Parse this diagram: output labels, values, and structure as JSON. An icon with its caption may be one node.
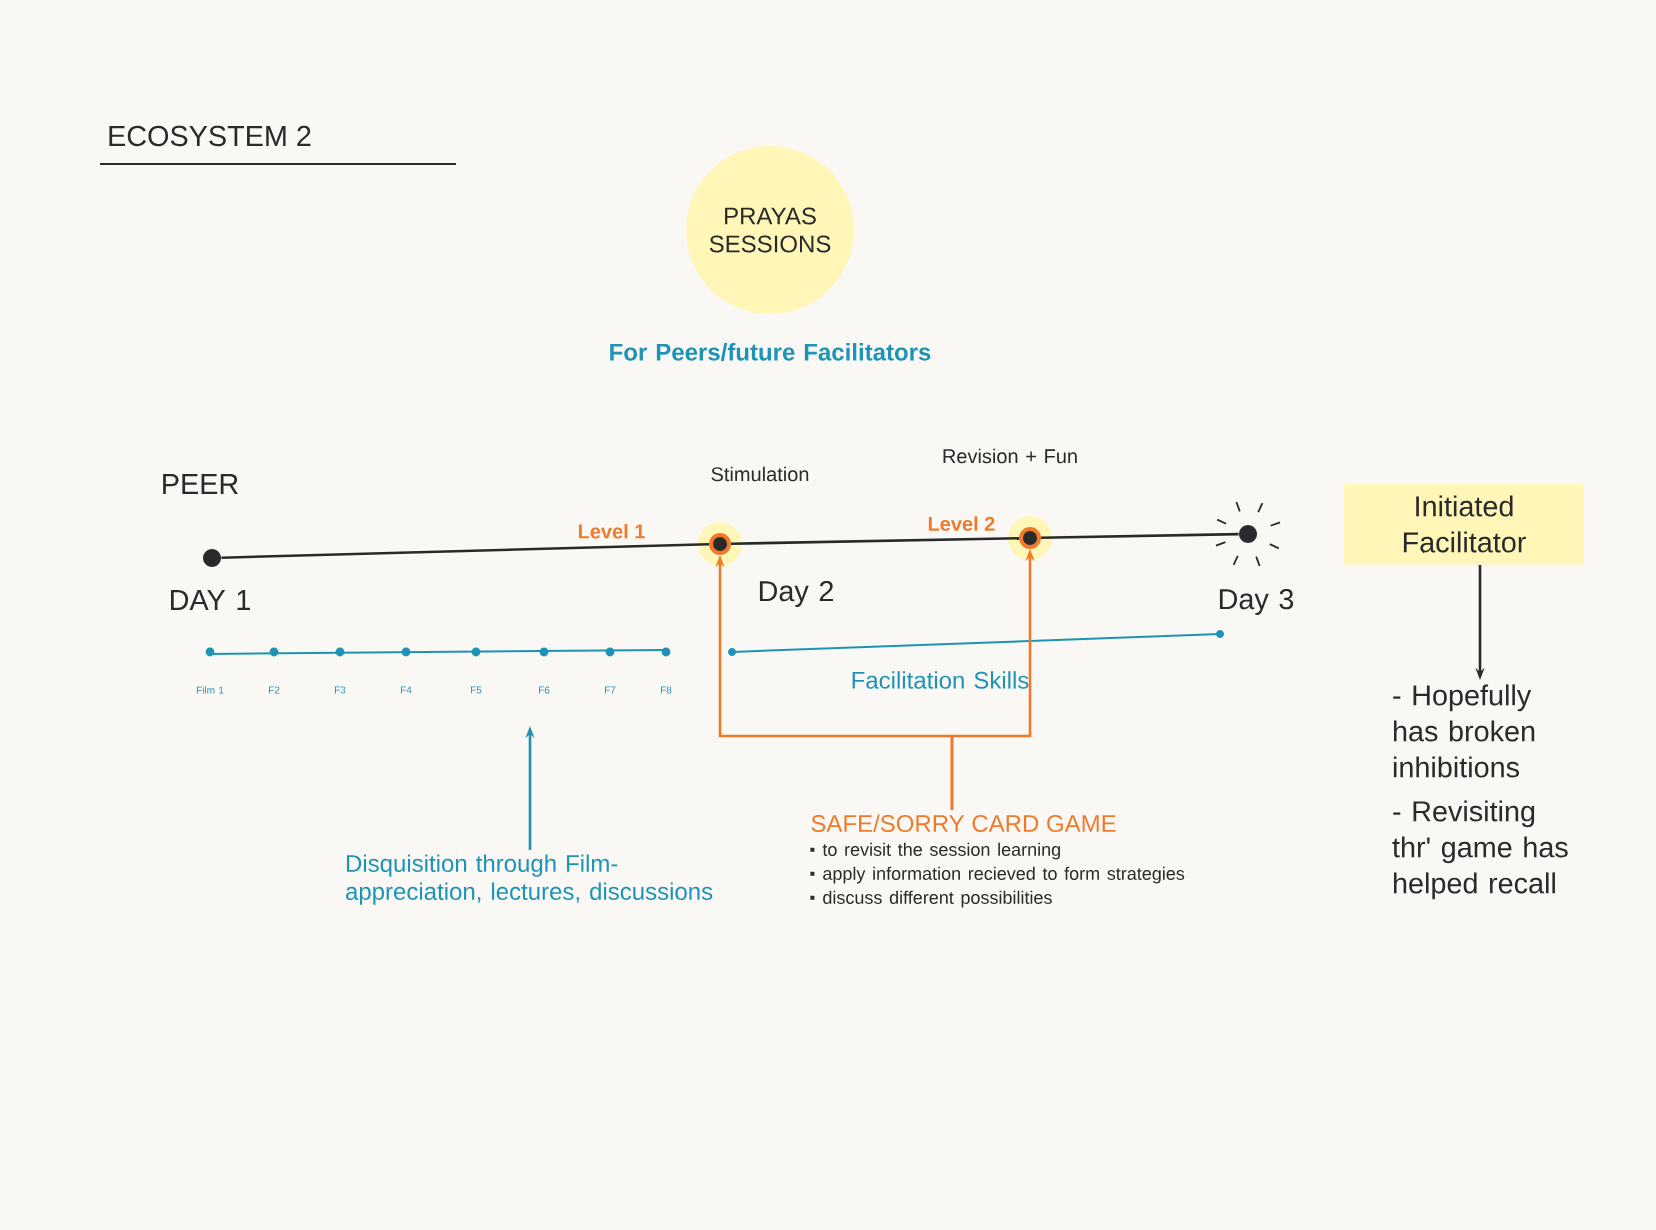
{
  "diagram": {
    "title": "ECOSYSTEM 2",
    "nodes": [
      {
        "text": [],
        "shape": "circle",
        "beside": [
          "PEER",
          "DAY 1"
        ]
      },
      {
        "text": [],
        "shape": "circle",
        "beside": [
          "Stimulation",
          "Day 2"
        ]
      },
      {
        "text": [],
        "shape": "circle",
        "beside": [
          "Revision + Fun"
        ]
      },
      {
        "text": [],
        "shape": "circle",
        "beside": [
          "Day 3"
        ]
      },
      {
        "text": [
          "Initiated Facilitator"
        ]
      },
      {
        "text": [
          "- Hopefully has broken inhibitions",
          "- Revisiting thr' game has helped recall"
        ]
      },
      {
        "text": [
          "SAFE/SORRY CARD GAME",
          "to revisit the session learning",
          "apply information recieved to form strategies",
          "discuss different possibilities"
        ]
      },
      {
        "text": [
          "Disquisition through Film-appreciation, lectures, discussions"
        ]
      }
    ],
    "edges": [
      {
        "from": 0,
        "to": 1,
        "arrow": "none",
        "label": "Level 1"
      },
      {
        "from": 1,
        "to": 2,
        "arrow": "none",
        "label": "Level 2"
      },
      {
        "from": 2,
        "to": 3,
        "arrow": "none"
      },
      {
        "from": 4,
        "to": 5,
        "arrow": "to"
      },
      {
        "from": 6,
        "to": 1,
        "arrow": "to",
        "color": "#f07a2a"
      },
      {
        "from": 6,
        "to": 2,
        "arrow": "to",
        "color": "#f07a2a"
      },
      {
        "from": 7,
        "to": null,
        "arrow": "to",
        "color": "#1f93b5"
      }
    ],
    "labels": [
      "PRAYAS SESSIONS",
      "For Peers/future Facilitators",
      "Film 1",
      "F2",
      "F3",
      "F4",
      "F5",
      "F6",
      "F7",
      "F8",
      "Facilitation Skills"
    ]
  }
}
